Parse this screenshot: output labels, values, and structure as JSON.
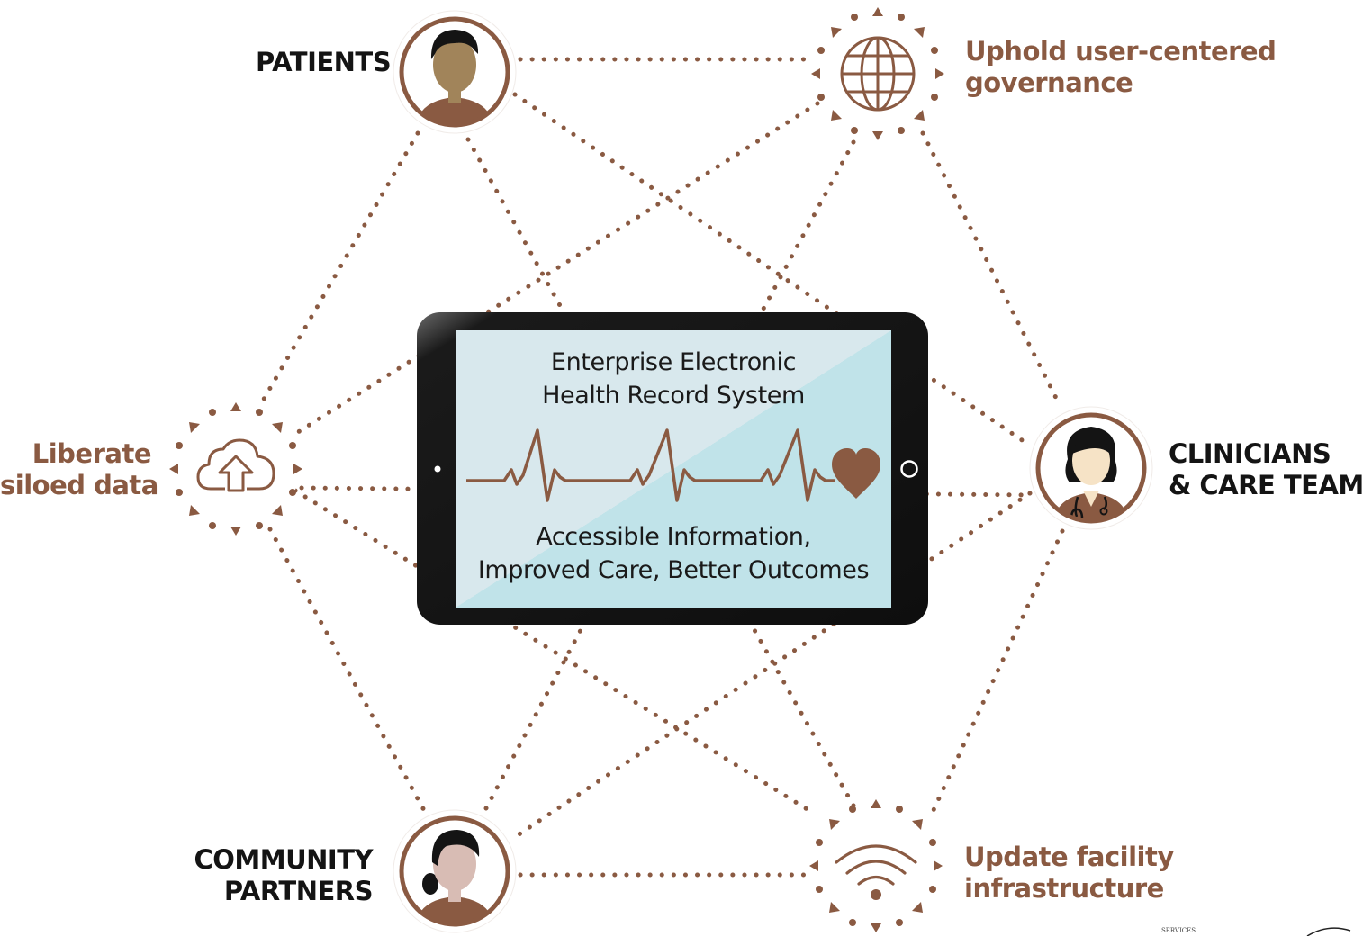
{
  "colors": {
    "accent": "#8a5a42",
    "dots": "#8a5a42",
    "tablet_body": "#101010",
    "screen_light": "#d6e7ec",
    "screen_dark": "#bfe2e8",
    "skin_patient": "#a1845a",
    "skin_clinician": "#f6e3c6",
    "skin_partner": "#d8bcb4",
    "hair": "#141414"
  },
  "nodes": {
    "patients": {
      "lines": [
        "PATIENTS"
      ],
      "icon": "patient-avatar-icon"
    },
    "governance": {
      "lines": [
        "Uphold user-centered",
        "governance"
      ],
      "icon": "globe-icon"
    },
    "liberate": {
      "lines": [
        "Liberate",
        "siloed data"
      ],
      "icon": "cloud-upload-icon"
    },
    "clinicians": {
      "lines": [
        "CLINICIANS",
        "& CARE TEAM"
      ],
      "icon": "clinician-avatar-icon"
    },
    "community": {
      "lines": [
        "COMMUNITY",
        "PARTNERS"
      ],
      "icon": "partner-avatar-icon"
    },
    "infrastructure": {
      "lines": [
        "Update facility",
        "infrastructure"
      ],
      "icon": "wifi-icon"
    }
  },
  "center": {
    "title_lines": [
      "Enterprise Electronic",
      "Health Record System"
    ],
    "subtitle_lines": [
      "Accessible Information,",
      "Improved Care, Better Outcomes"
    ],
    "icons": [
      "heartbeat-line-icon",
      "heart-icon"
    ]
  },
  "seal": {
    "text": "SERVICES"
  }
}
